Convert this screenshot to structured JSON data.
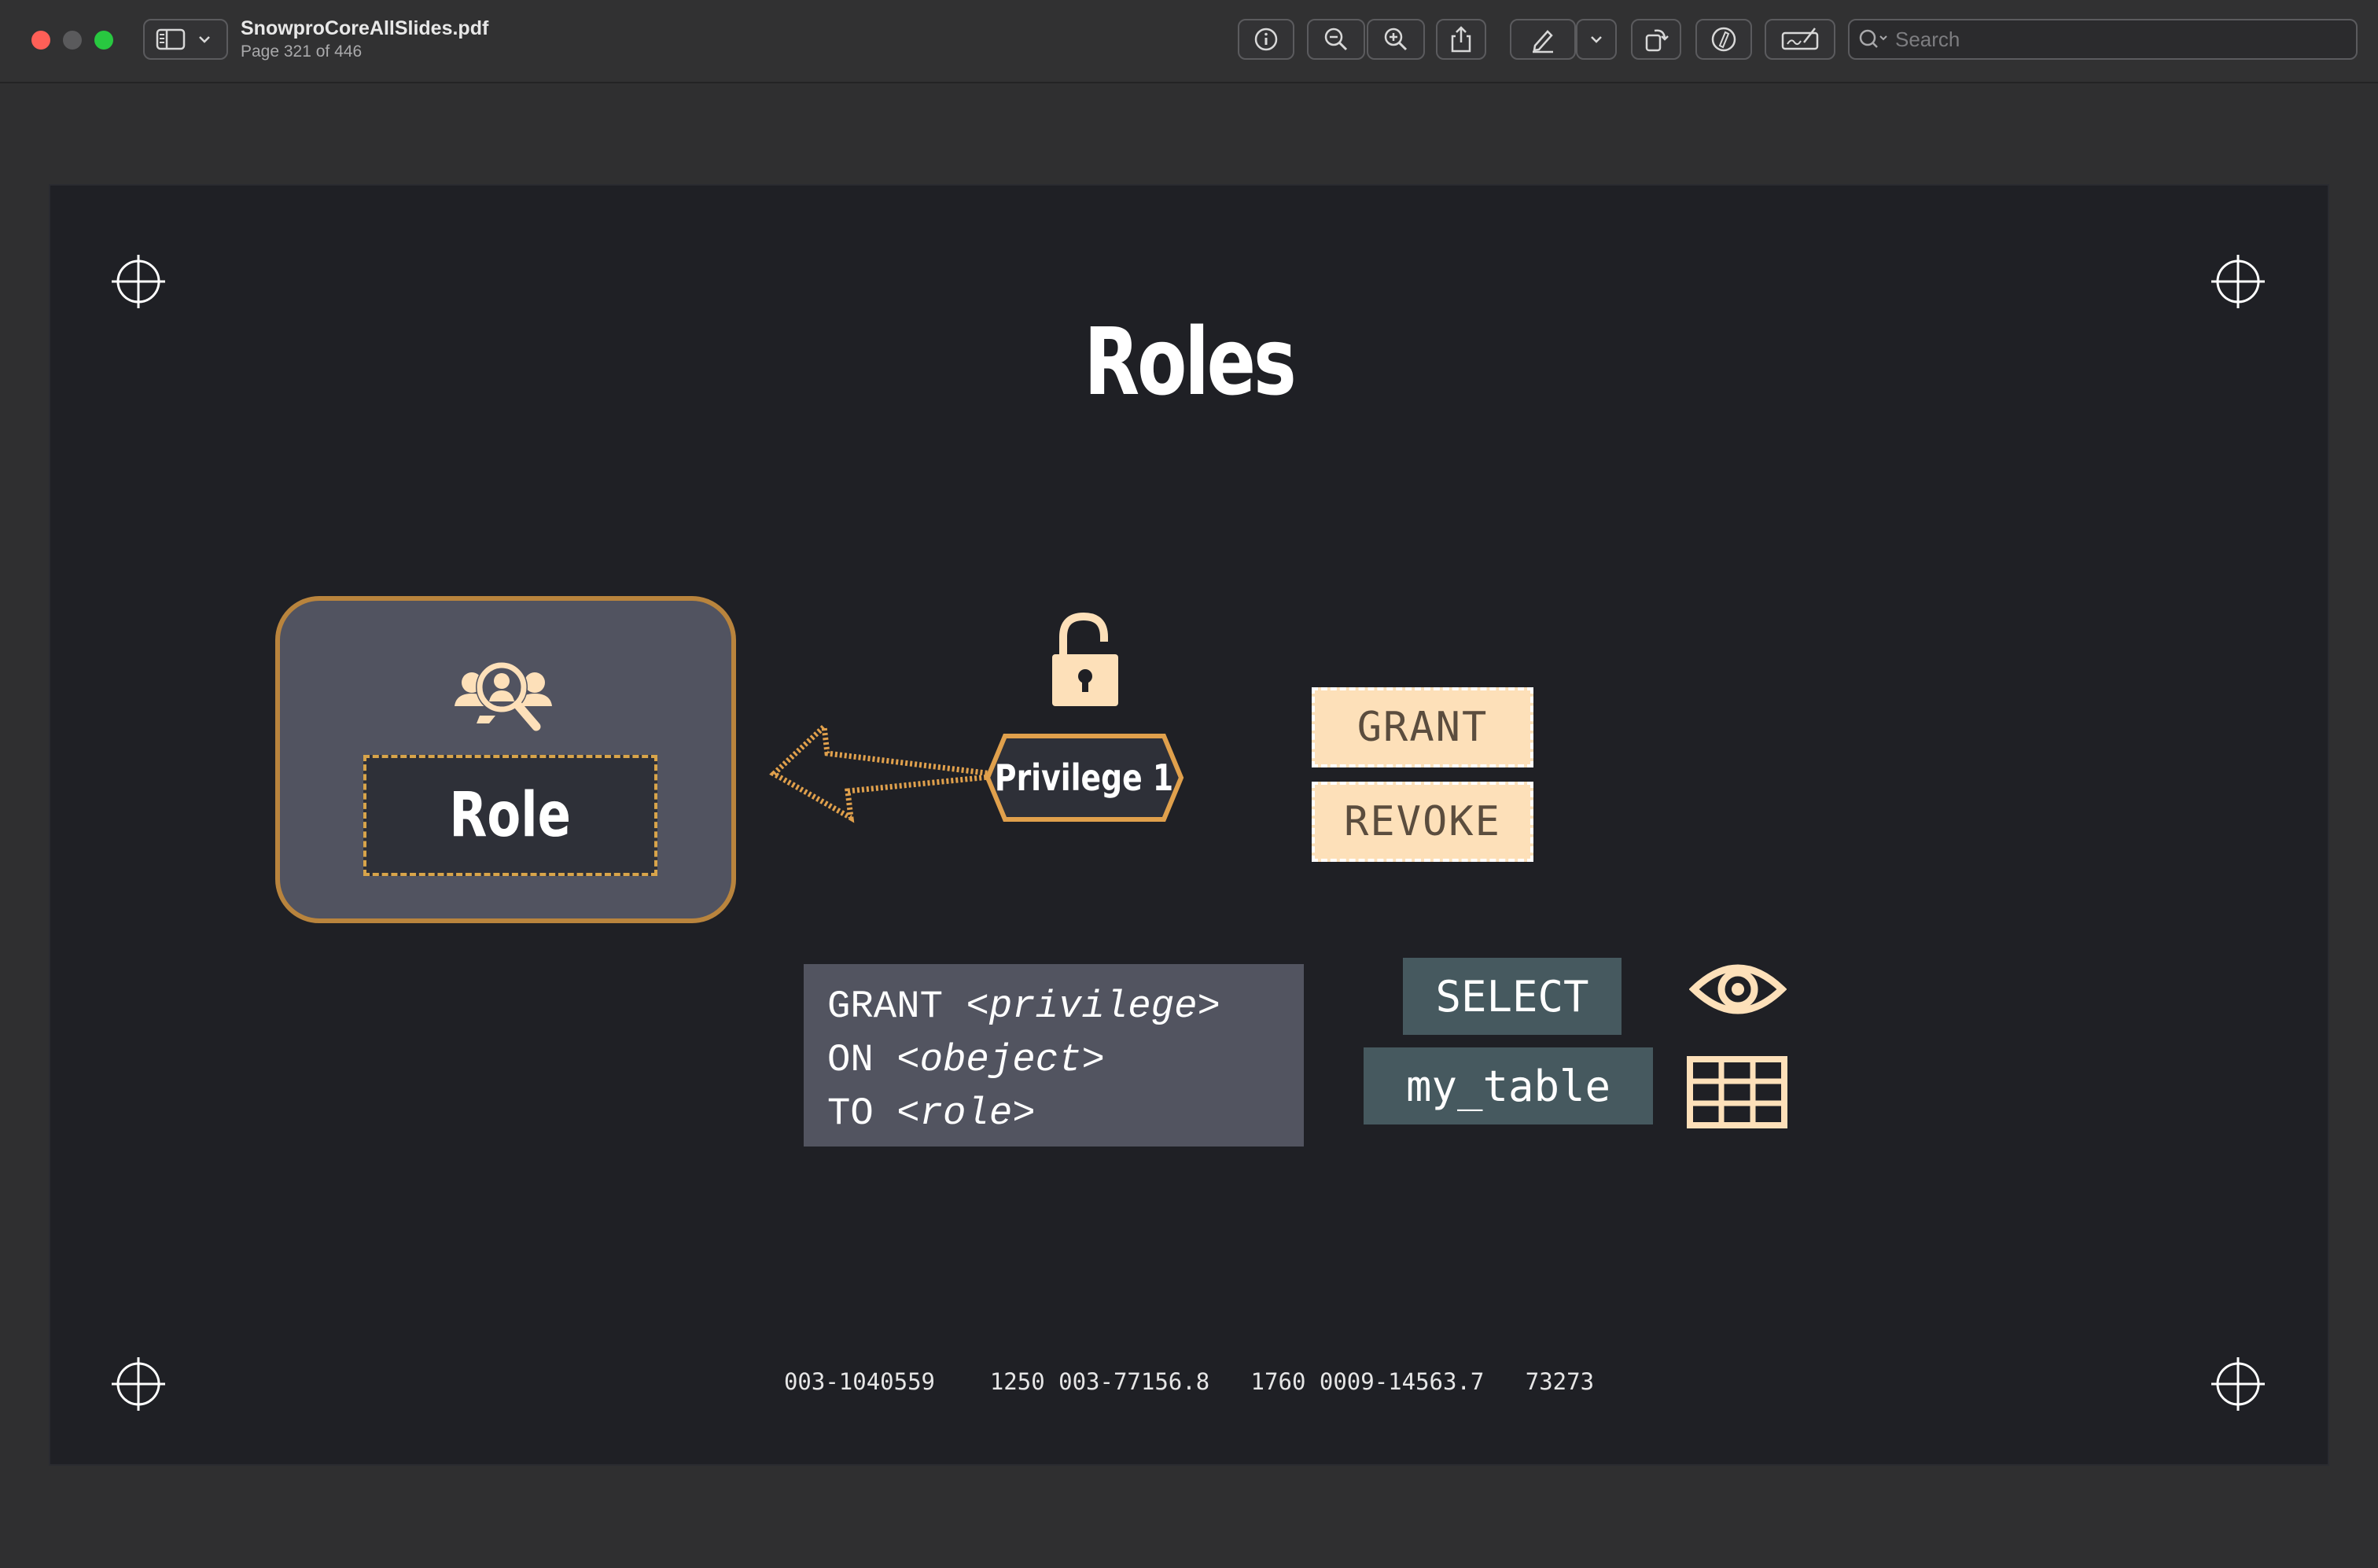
{
  "window": {
    "doc_title": "SnowproCoreAllSlides.pdf",
    "page_info": "Page 321 of 446"
  },
  "toolbar": {
    "search_placeholder": "Search",
    "icons": [
      "sidebar-icon",
      "chevron-down-icon",
      "info-icon",
      "zoom-out-icon",
      "zoom-in-icon",
      "share-icon",
      "markup-pen-icon",
      "chevron-down-icon",
      "rotate-icon",
      "markup-circle-icon",
      "signature-icon",
      "search-icon"
    ]
  },
  "slide": {
    "title": "Roles",
    "role_label": "Role",
    "privilege_label": "Privilege 1",
    "grant_label": "GRANT",
    "revoke_label": "REVOKE",
    "code": {
      "line1_kw": "GRANT ",
      "line1_ph": "<privilege>",
      "line2_kw": "ON ",
      "line2_ph": "<obeject>",
      "line3_kw": "TO ",
      "line3_ph": "<role>"
    },
    "select_label": "SELECT",
    "table_label": "my_table",
    "footer_text": "003-1040559    1250 003-77156.8   1760 0009-14563.7   73273"
  },
  "colors": {
    "accent_orange": "#b9843d",
    "light_peach": "#fde0b9",
    "slide_bg": "#1f2025",
    "tag_teal": "#46595f"
  }
}
